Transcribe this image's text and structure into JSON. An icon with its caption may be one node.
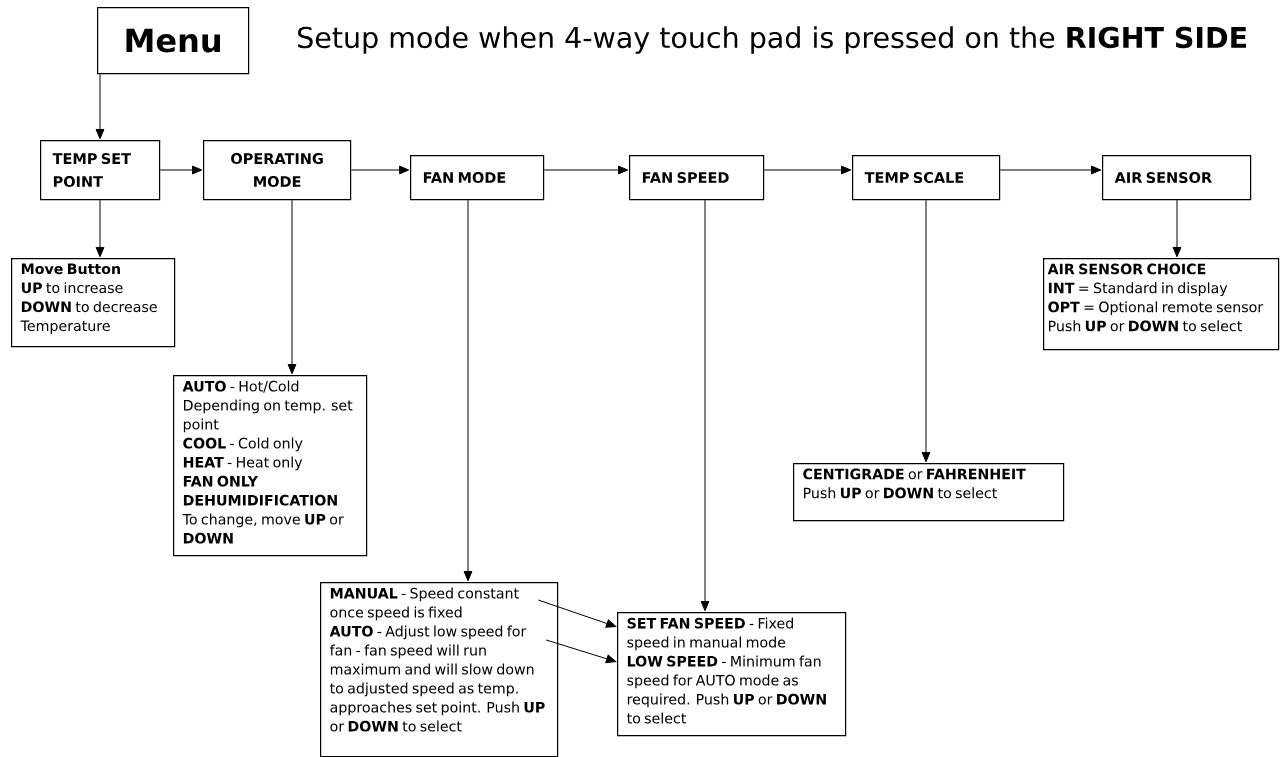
{
  "diagram": {
    "title": "Setup mode when 4-way touch pad is pressed on the **RIGHT SIDE**",
    "nodes": [
      {
        "text": [
          "Menu"
        ]
      },
      {
        "text": [
          "TEMP SET POINT"
        ]
      },
      {
        "text": [
          "OPERATING MODE"
        ]
      },
      {
        "text": [
          "FAN MODE"
        ]
      },
      {
        "text": [
          "FAN SPEED"
        ]
      },
      {
        "text": [
          "TEMP SCALE"
        ]
      },
      {
        "text": [
          "AIR SENSOR"
        ]
      },
      {
        "text": [
          "**Move Button**",
          "**UP** to increase",
          "**DOWN** to decrease Temperature"
        ]
      },
      {
        "text": [
          "**AUTO** - Hot/Cold Depending on temp. set point",
          "**COOL** - Cold only",
          "**HEAT** - Heat only",
          "**FAN ONLY**",
          "**DEHUMIDIFICATION**",
          "To change, move **UP** or **DOWN**"
        ]
      },
      {
        "text": [
          "**AIR SENSOR CHOICE**",
          "**INT** = Standard in display",
          "**OPT** = Optional remote sensor",
          "Push **UP** or **DOWN** to select"
        ]
      },
      {
        "text": [
          "**CENTIGRADE** or **FAHRENHEIT**",
          "Push **UP** or **DOWN** to select"
        ]
      },
      {
        "text": [
          "**MANUAL** - Speed constant once speed is fixed",
          "**AUTO** - Adjust low speed for fan - fan speed will run maximum and will slow down to adjusted speed as temp. approaches set point. Push **UP** or **DOWN** to select"
        ]
      },
      {
        "text": [
          "**SET FAN SPEED** - Fixed speed in manual mode",
          "**LOW SPEED** - Minimum fan speed for AUTO mode as required. Push **UP** or **DOWN** to select"
        ]
      }
    ],
    "edges": [
      {
        "from": 0,
        "to": 1,
        "arrow": "to"
      },
      {
        "from": 1,
        "to": 2,
        "arrow": "to"
      },
      {
        "from": 2,
        "to": 3,
        "arrow": "to"
      },
      {
        "from": 3,
        "to": 4,
        "arrow": "to"
      },
      {
        "from": 4,
        "to": 5,
        "arrow": "to"
      },
      {
        "from": 5,
        "to": 6,
        "arrow": "to"
      },
      {
        "from": 1,
        "to": 7,
        "arrow": "to"
      },
      {
        "from": 2,
        "to": 8,
        "arrow": "to"
      },
      {
        "from": 3,
        "to": 11,
        "arrow": "to"
      },
      {
        "from": 4,
        "to": 12,
        "arrow": "to"
      },
      {
        "from": 5,
        "to": 10,
        "arrow": "to"
      },
      {
        "from": 6,
        "to": 9,
        "arrow": "to"
      },
      {
        "from": 11,
        "to": 12,
        "arrow": "to"
      },
      {
        "from": 11,
        "to": 12,
        "arrow": "to"
      }
    ]
  }
}
